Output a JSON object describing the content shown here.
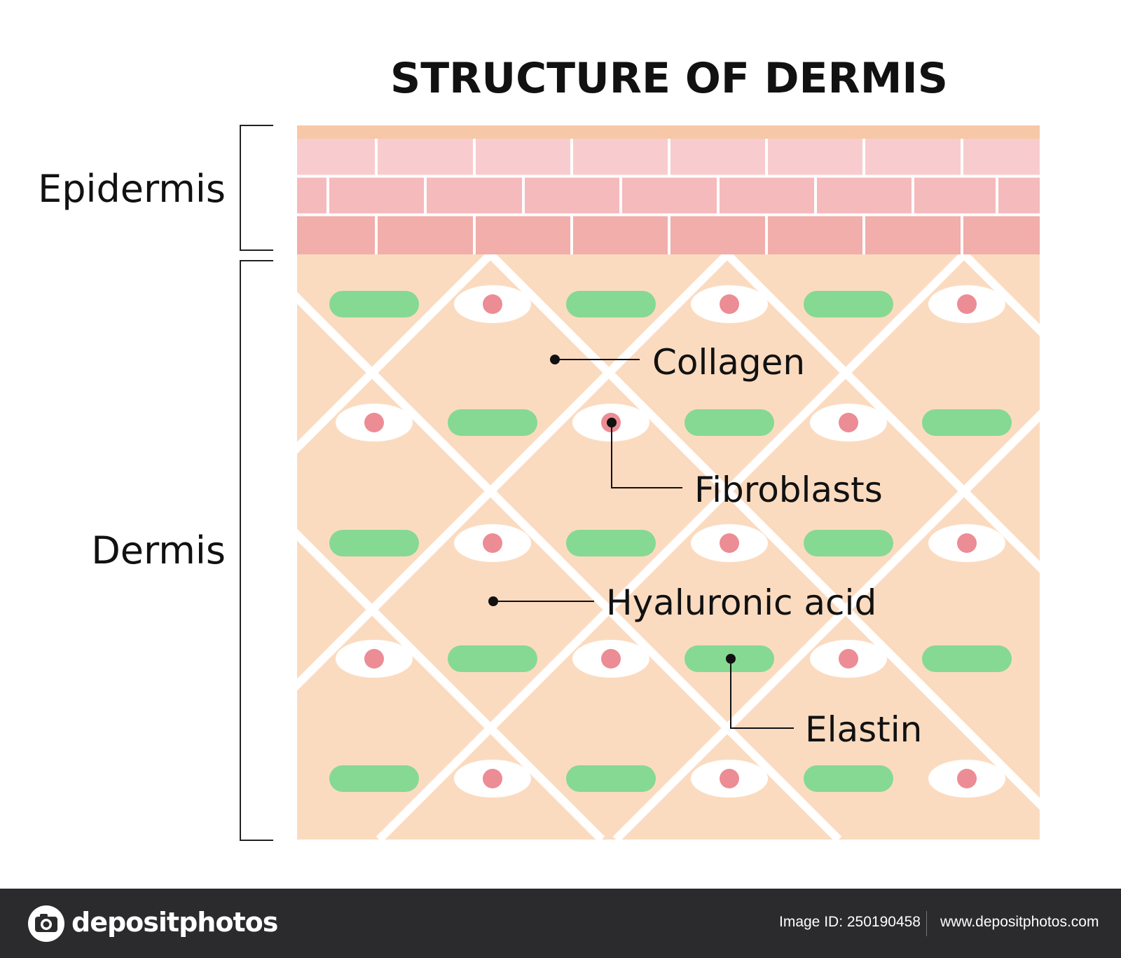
{
  "title": "STRUCTURE OF DERMIS",
  "layers": {
    "epidermis": "Epidermis",
    "dermis": "Dermis"
  },
  "callouts": {
    "collagen": "Collagen",
    "fibroblasts": "Fibroblasts",
    "hyaluronic_acid": "Hyaluronic acid",
    "elastin": "Elastin"
  },
  "colors": {
    "dermis_fill": "#fbdbc0",
    "collagen_fiber": "#ffffff",
    "elastin": "#86d993",
    "fibroblast_body": "#ffffff",
    "fibroblast_nucleus": "#ec8c95",
    "epidermis_top_band": "#f7c8a8",
    "epidermis_row_1": "#f8ccce",
    "epidermis_row_2": "#f5babc",
    "epidermis_row_3": "#f1aeaa",
    "footer_background": "#2b2b2d"
  },
  "footer": {
    "brand": "depositphotos",
    "image_id": "Image ID: 250190458",
    "url": "www.depositphotos.com"
  },
  "icons": [
    "camera-logo-icon"
  ]
}
